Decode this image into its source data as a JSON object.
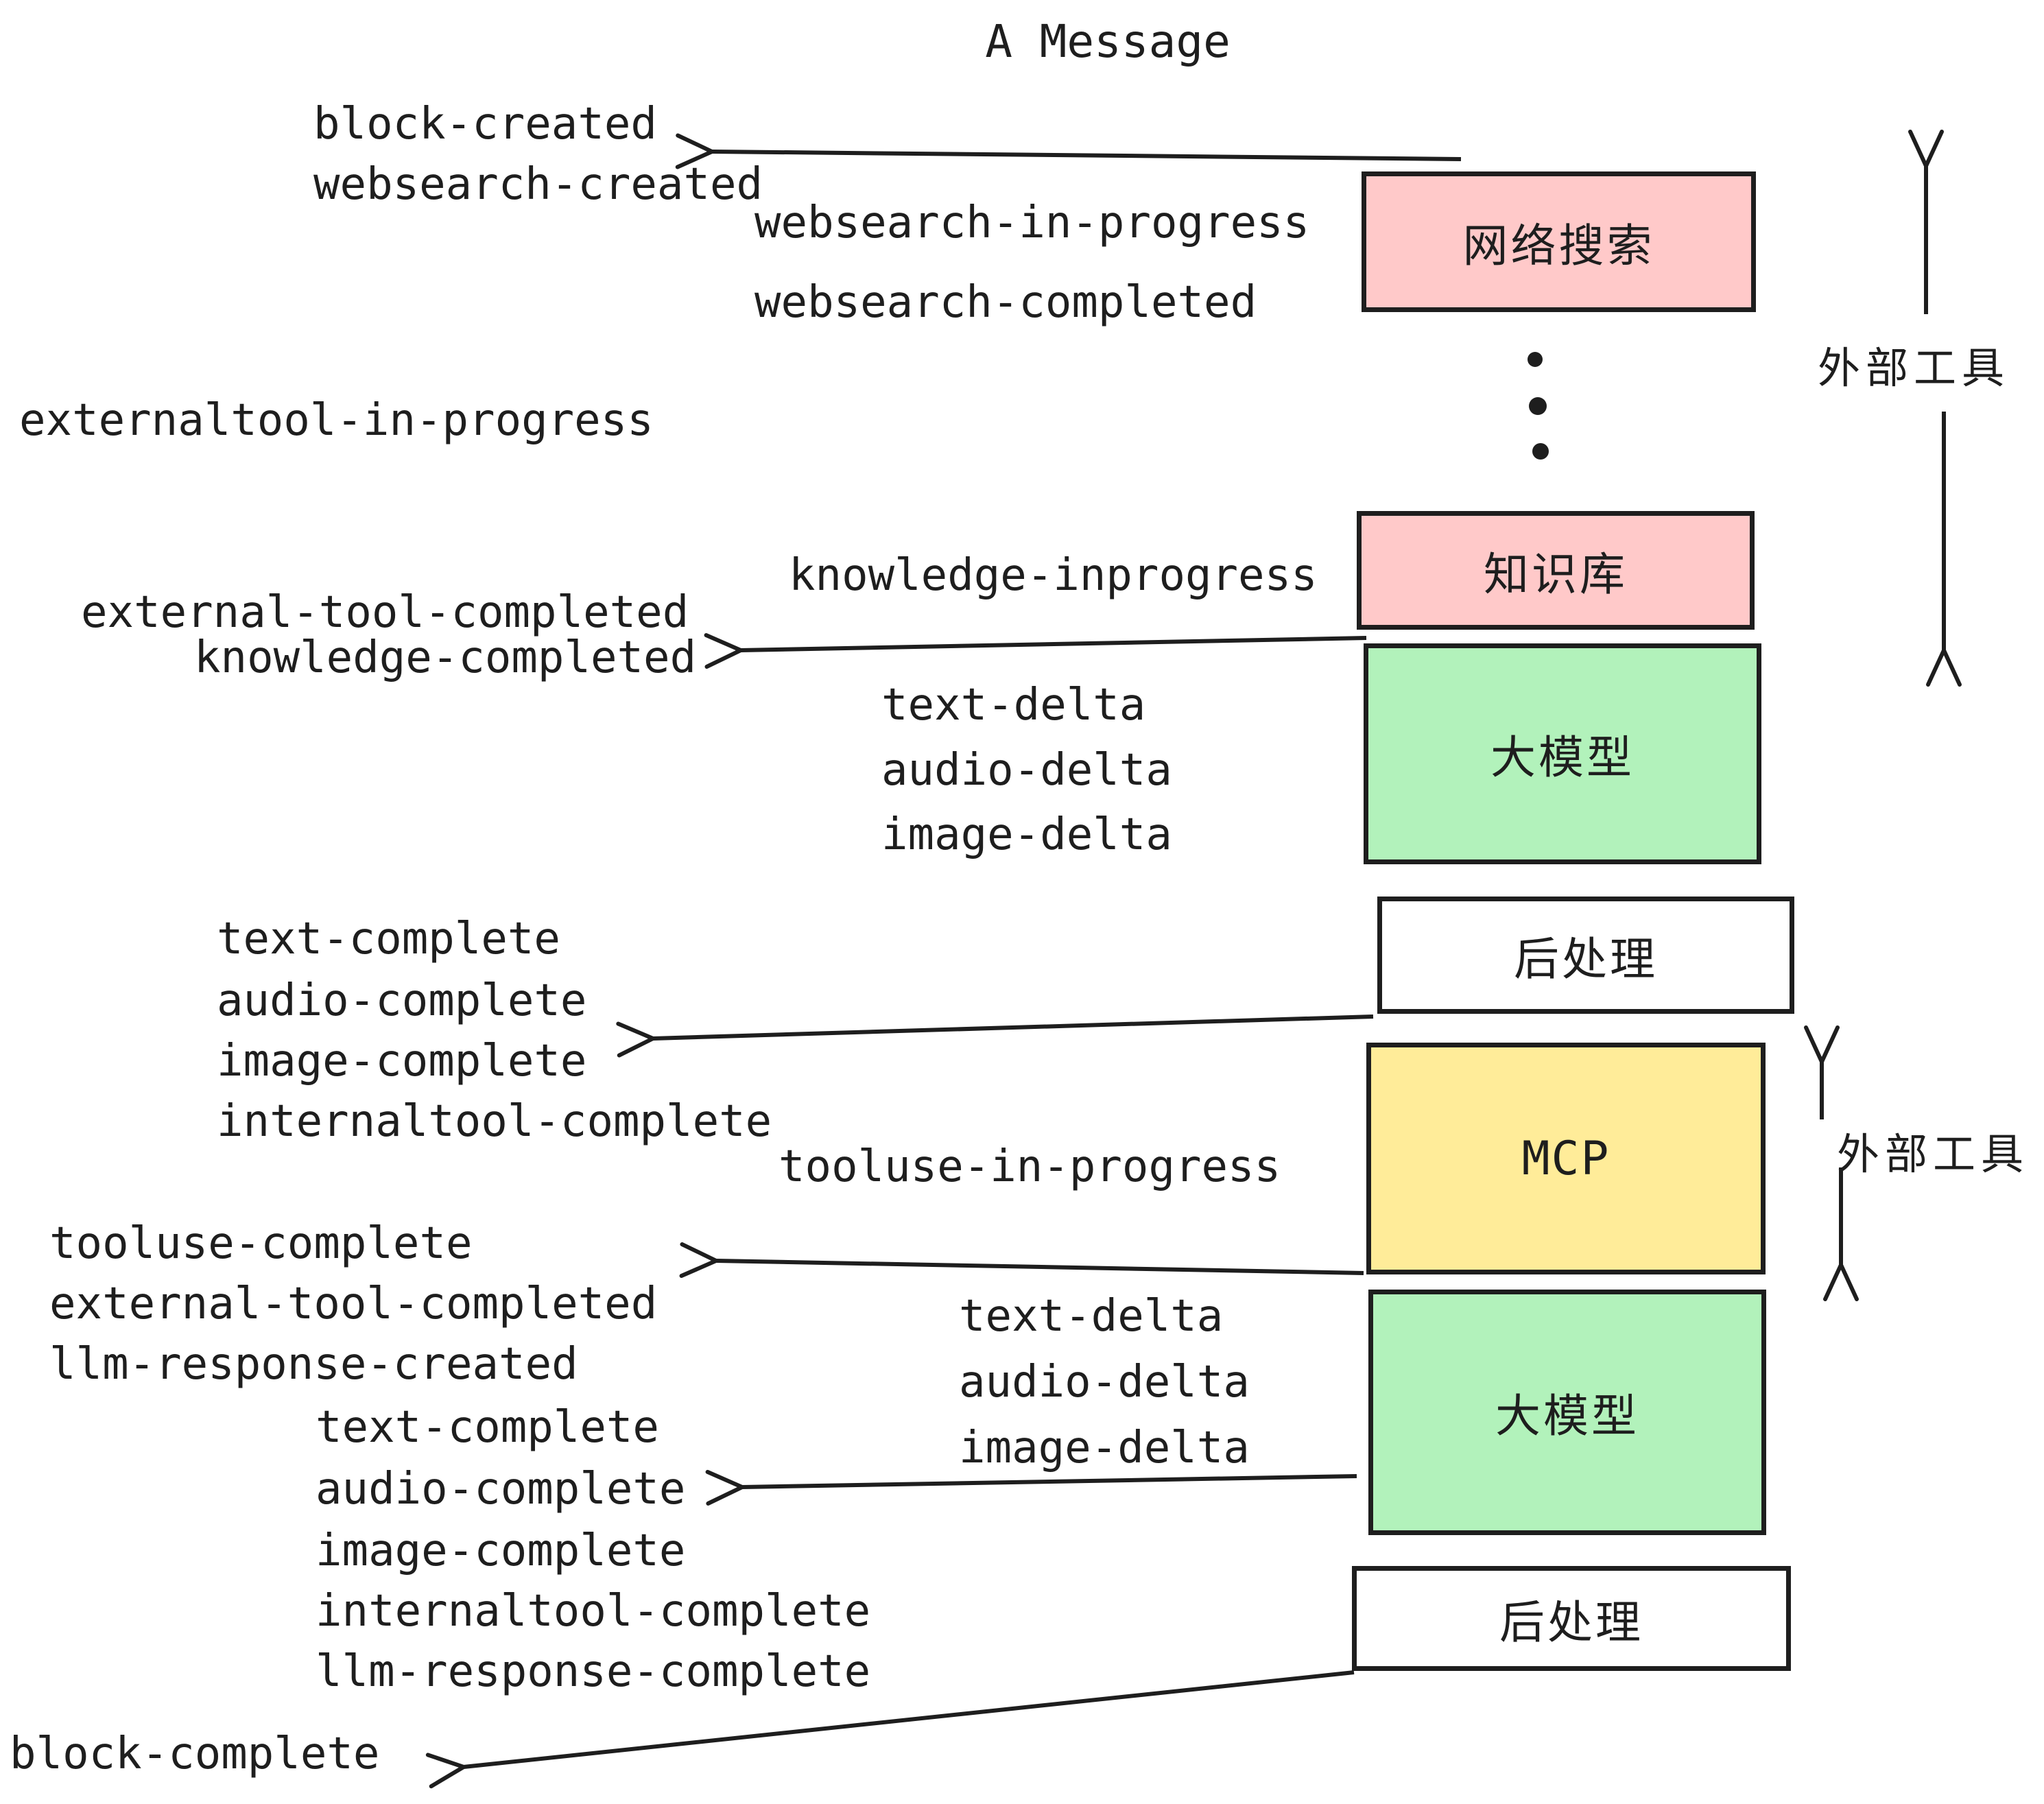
{
  "title": "A Message",
  "colors": {
    "stroke": "#1e1e1e",
    "pink": "#ffc9c9",
    "green": "#b2f2bb",
    "yellow": "#ffec99",
    "white": "#ffffff"
  },
  "boxes": [
    {
      "label": "网络搜索",
      "fill": "#ffc9c9"
    },
    {
      "label": "知识库",
      "fill": "#ffc9c9"
    },
    {
      "label": "大模型",
      "fill": "#b2f2bb"
    },
    {
      "label": "后处理",
      "fill": "#ffffff"
    },
    {
      "label": "MCP",
      "fill": "#ffec99"
    },
    {
      "label": "大模型",
      "fill": "#b2f2bb"
    },
    {
      "label": "后处理",
      "fill": "#ffffff"
    }
  ],
  "side_annotations": [
    {
      "label": "外部工具"
    },
    {
      "label": "外部工具"
    }
  ],
  "events": {
    "block_created": "block-created",
    "websearch_created": "websearch-created",
    "websearch_in_progress": "websearch-in-progress",
    "websearch_completed": "websearch-completed",
    "externaltool_in_progress": "externaltool-in-progress",
    "knowledge_inprogress": "knowledge-inprogress",
    "external_tool_completed": "external-tool-completed",
    "knowledge_completed": "knowledge-completed",
    "text_delta": "text-delta",
    "audio_delta": "audio-delta",
    "image_delta": "image-delta",
    "text_complete": "text-complete",
    "audio_complete": "audio-complete",
    "image_complete": "image-complete",
    "internaltool_complete": "internaltool-complete",
    "tooluse_in_progress": "tooluse-in-progress",
    "tooluse_complete": "tooluse-complete",
    "external_tool_completed_2": "external-tool-completed",
    "llm_response_created": "llm-response-created",
    "text_complete_2": "text-complete",
    "audio_complete_2": "audio-complete",
    "image_complete_2": "image-complete",
    "internaltool_complete_2": "internaltool-complete",
    "llm_response_complete": "llm-response-complete",
    "text_delta_2": "text-delta",
    "audio_delta_2": "audio-delta",
    "image_delta_2": "image-delta",
    "block_complete": "block-complete"
  }
}
